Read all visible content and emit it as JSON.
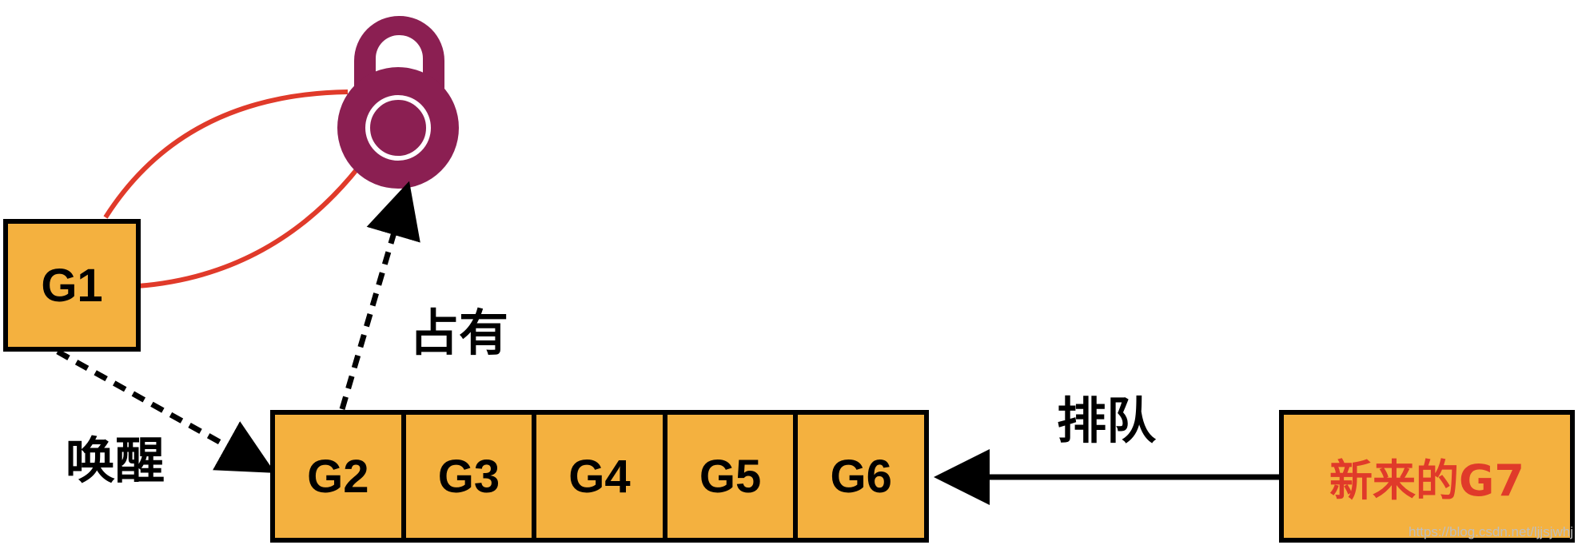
{
  "diagram": {
    "holder": "G1",
    "queue": [
      "G2",
      "G3",
      "G4",
      "G5",
      "G6"
    ],
    "newcomer": "新来的G7",
    "labels": {
      "occupy": "占有",
      "wake": "唤醒",
      "queue": "排队"
    },
    "icons": {
      "lock": "lock-icon"
    },
    "colors": {
      "box_fill": "#f4b13f",
      "lock": "#8b1f52",
      "link": "#e03a2a",
      "newcomer_text": "#e03a2a",
      "stroke": "#000000"
    }
  },
  "watermark": "https://blog.csdn.net/ljjsjwhj"
}
